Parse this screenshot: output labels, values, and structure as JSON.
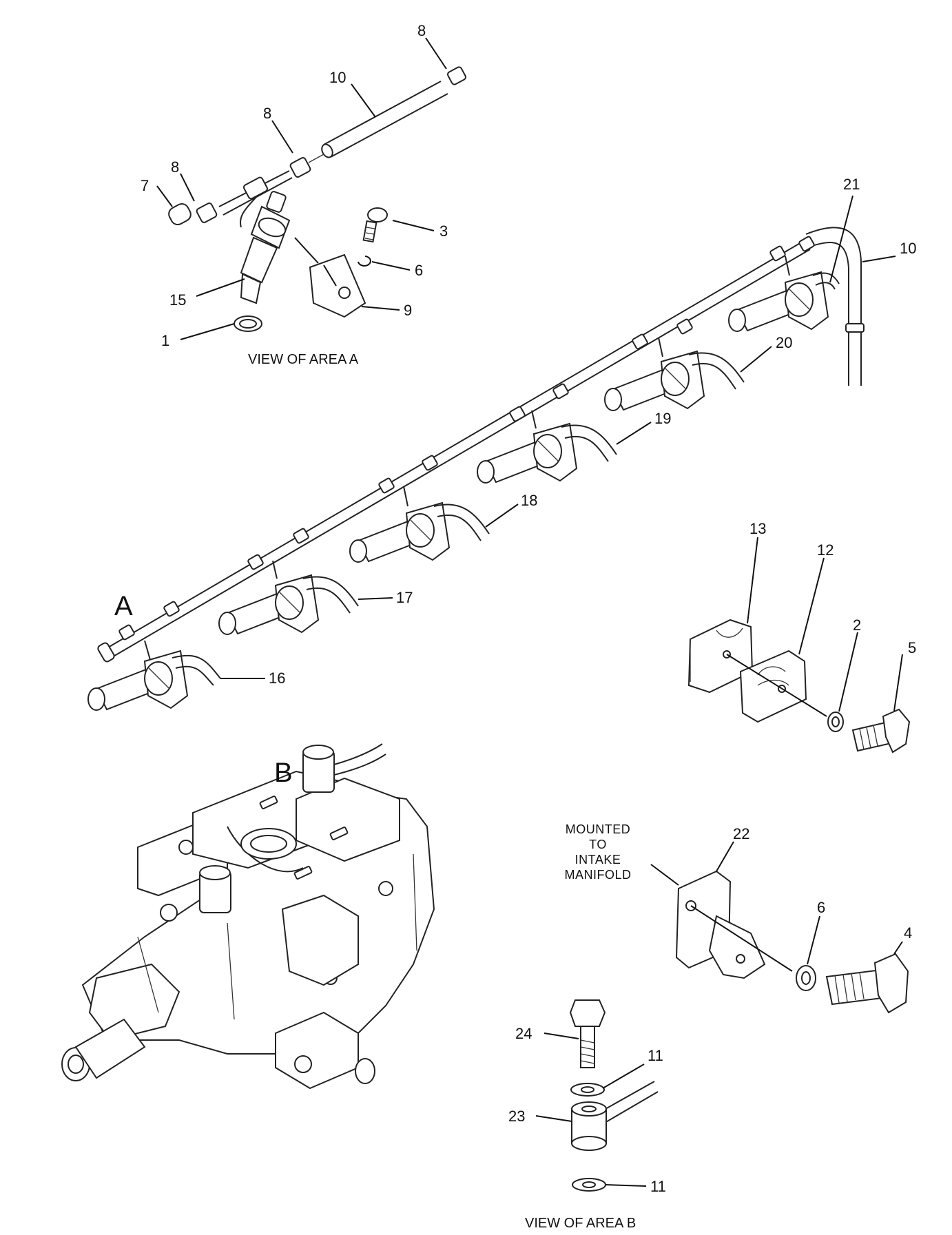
{
  "callouts": {
    "c8a": "8",
    "c10a": "10",
    "c8b": "8",
    "c8c": "8",
    "c7": "7",
    "c3": "3",
    "c6a": "6",
    "c15": "15",
    "c9": "9",
    "c1": "1",
    "c21": "21",
    "c10b": "10",
    "c20": "20",
    "c19": "19",
    "c18": "18",
    "c17": "17",
    "c16": "16",
    "c13": "13",
    "c12": "12",
    "c2": "2",
    "c5": "5",
    "c22": "22",
    "c6b": "6",
    "c4": "4",
    "c24": "24",
    "c11a": "11",
    "c23": "23",
    "c11b": "11"
  },
  "labels": {
    "view_a": "VIEW OF AREA A",
    "view_b": "VIEW OF AREA B",
    "area_a": "A",
    "area_b": "B",
    "mounted": [
      "MOUNTED",
      "TO",
      "INTAKE",
      "MANIFOLD"
    ]
  }
}
